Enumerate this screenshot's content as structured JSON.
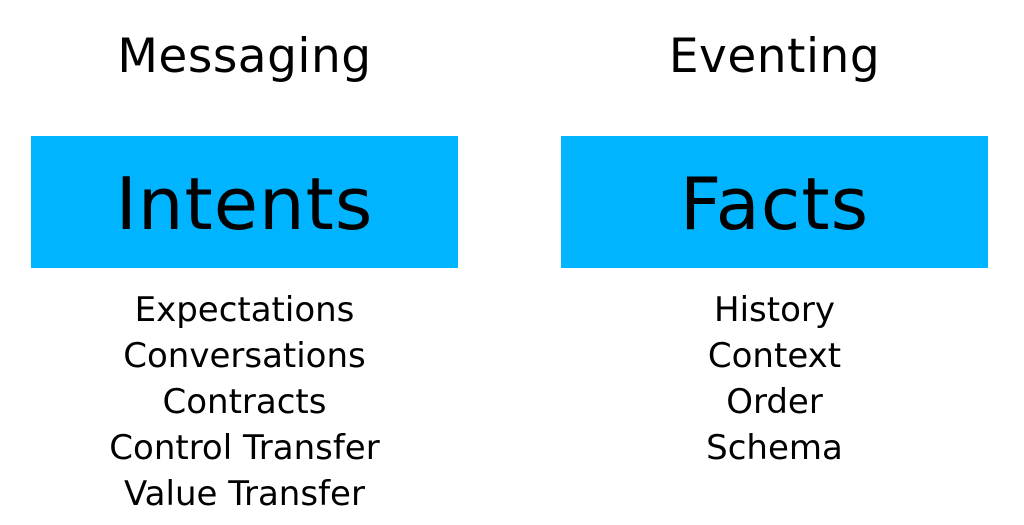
{
  "colors": {
    "box_fill": "#00b4ff",
    "text": "#000000",
    "background": "#ffffff"
  },
  "columns": [
    {
      "heading": "Messaging",
      "box_label": "Intents",
      "items": [
        "Expectations",
        "Conversations",
        "Contracts",
        "Control Transfer",
        "Value Transfer"
      ]
    },
    {
      "heading": "Eventing",
      "box_label": "Facts",
      "items": [
        "History",
        "Context",
        "Order",
        "Schema"
      ]
    }
  ]
}
